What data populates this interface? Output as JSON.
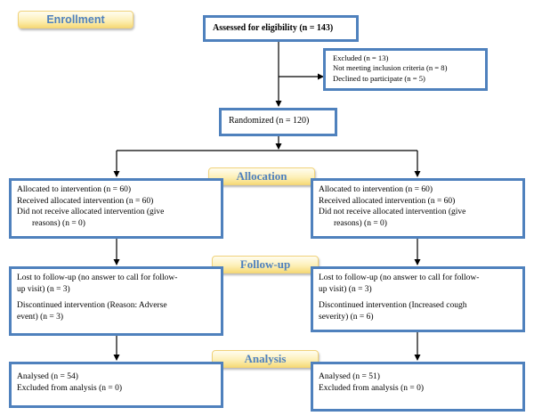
{
  "phases": {
    "enrollment": "Enrollment",
    "allocation": "Allocation",
    "followup": "Follow-up",
    "analysis": "Analysis"
  },
  "assessed": "Assessed for eligibility (n = 143)",
  "excluded": [
    "Excluded (n = 13)",
    "Not meeting inclusion criteria (n = 8)",
    "Declined to participate (n = 5)"
  ],
  "randomized": "Randomized (n = 120)",
  "allocation_left": [
    "Allocated to intervention (n = 60)",
    "Received allocated intervention (n = 60)",
    "Did not receive allocated intervention (give",
    "reasons) (n = 0)"
  ],
  "allocation_right": [
    "Allocated to intervention (n = 60)",
    "Received allocated intervention (n = 60)",
    "Did not receive allocated intervention (give",
    "reasons) (n = 0)"
  ],
  "followup_left": [
    "Lost to follow-up (no answer to call for follow-",
    "up visit) (n = 3)",
    "Discontinued intervention (Reason: Adverse",
    "event) (n = 3)"
  ],
  "followup_right": [
    "Lost to follow-up (no answer to call for follow-",
    "up visit) (n = 3)",
    "Discontinued intervention (Increased cough",
    "severity) (n = 6)"
  ],
  "analysis_left": [
    "Analysed (n = 54)",
    "Excluded from analysis (n = 0)"
  ],
  "analysis_right": [
    "Analysed (n = 51)",
    "Excluded from analysis (n = 0)"
  ],
  "colors": {
    "box_border": "#4f81bd",
    "phase_text": "#4f81bd",
    "phase_fill": "#fdf0b9"
  }
}
